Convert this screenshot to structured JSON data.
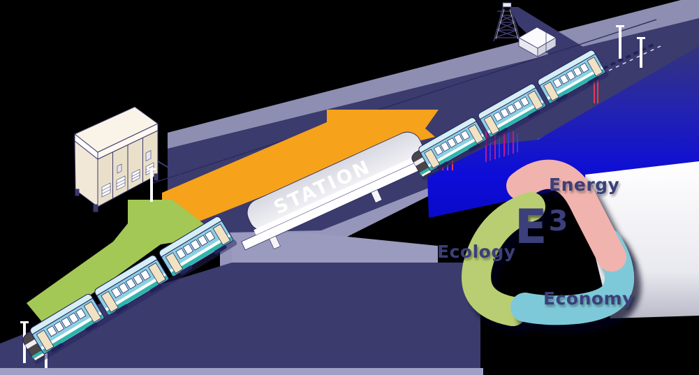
{
  "station": {
    "label": "STATION"
  },
  "emblem": {
    "e3_label": "E",
    "e3_exponent": "3",
    "energy_label": "Energy",
    "ecology_label": "Ecology",
    "economy_label": "Economy",
    "colors": {
      "energy_arm": "#F1B3AE",
      "ecology_arm": "#B9CE72",
      "economy_arm": "#7EC9D9",
      "label_text": "#3B3F7A"
    }
  },
  "scene": {
    "background": "#000000",
    "colors": {
      "corridor_grey": "#9596BA",
      "feeder_line_grey": "#8E8EB2",
      "ground_navy": "#3B3B6E",
      "regen_arrow_orange": "#F6A21B",
      "feed_arrow_green": "#A3C855",
      "energy_flow_blue": "#0D0DD8",
      "train_body": "#8BD0E2",
      "train_roof": "#D6EEF5",
      "train_stripe_teal": "#2EB4AB",
      "train_door_beige": "#F0E2C2",
      "substation_cream": "#EADFC9",
      "station_roof_grey": "#DDDDE7",
      "highlight_white": "#FFFFFF",
      "current_red": "#E23C55",
      "current_magenta": "#C8148C"
    },
    "icons": [
      "transmission-tower-icon",
      "power-building-icon",
      "substation-cabinet-icon",
      "catenary-mast-icon",
      "station-building-icon",
      "commuter-train-icon",
      "regen-power-arrow",
      "feed-power-arrow",
      "energy-flow-beam",
      "e3-emblem"
    ]
  }
}
